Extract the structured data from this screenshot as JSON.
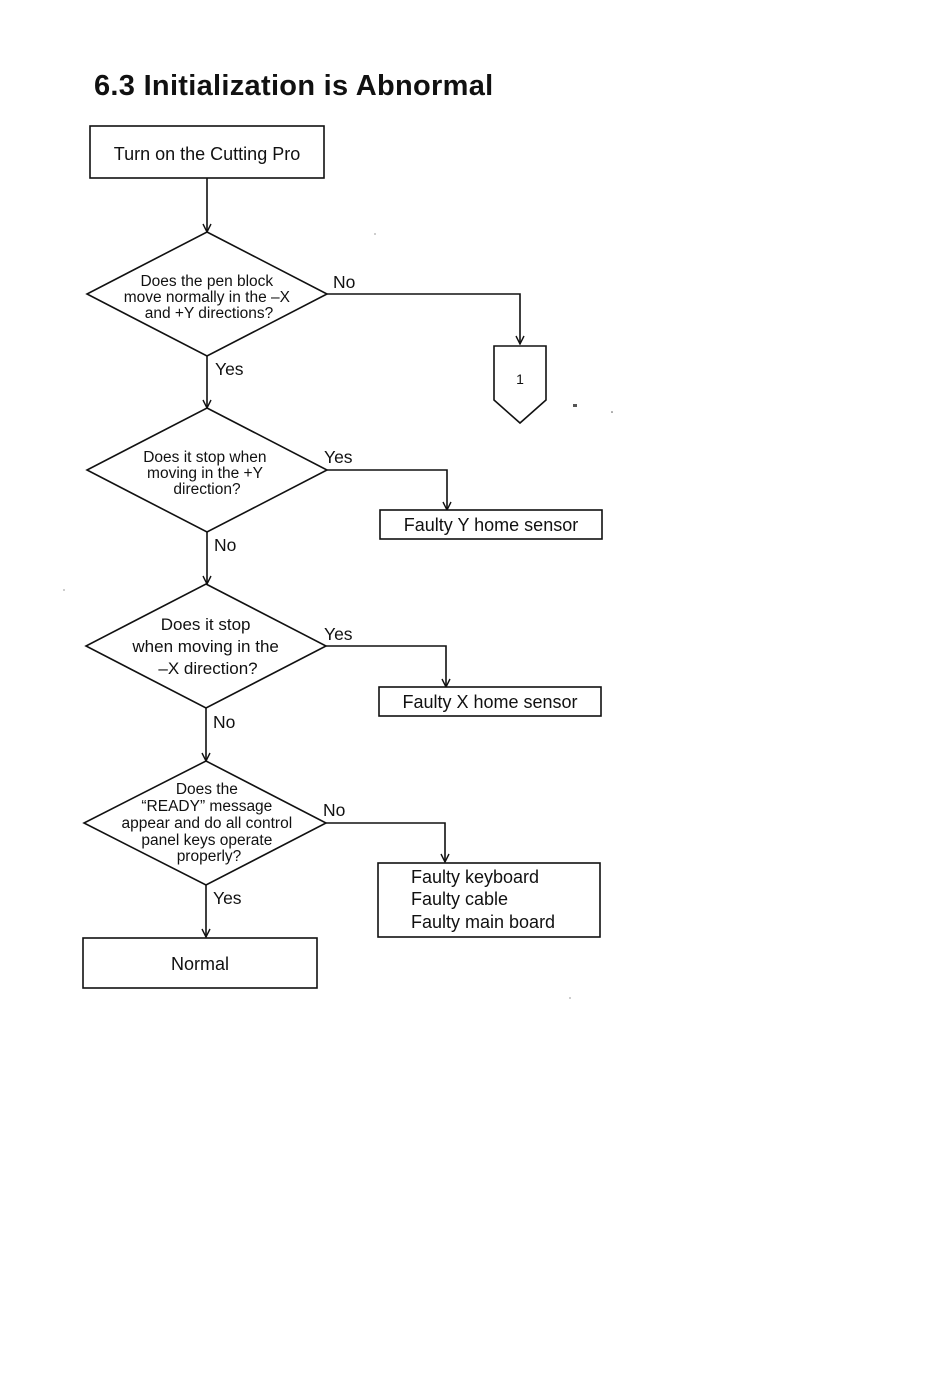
{
  "page": {
    "title": "6.3 Initialization is Abnormal"
  },
  "flowchart": {
    "start": {
      "text": "Turn on the Cutting Pro"
    },
    "decision_pen_block": {
      "lines": [
        "Does the pen block",
        "move normally in the –X",
        "and +Y directions?"
      ]
    },
    "decision_stop_y": {
      "lines": [
        "Does it stop when",
        "moving in the +Y",
        "direction?"
      ]
    },
    "decision_stop_x": {
      "lines": [
        "Does it stop",
        "when moving in the",
        "–X direction?"
      ]
    },
    "decision_ready": {
      "lines": [
        "Does the",
        "“READY” message",
        "appear and do all control",
        "panel keys operate",
        "properly?"
      ]
    },
    "result_y_sensor": {
      "text": "Faulty Y home sensor"
    },
    "result_x_sensor": {
      "text": "Faulty X home sensor"
    },
    "result_keyboard": {
      "lines": [
        "Faulty keyboard",
        "Faulty cable",
        "Faulty main board"
      ]
    },
    "result_normal": {
      "text": "Normal"
    },
    "off_page_connector": {
      "text": "1"
    },
    "edge_labels": {
      "pen_block_no": "No",
      "pen_block_yes": "Yes",
      "stop_y_yes": "Yes",
      "stop_y_no": "No",
      "stop_x_yes": "Yes",
      "stop_x_no": "No",
      "ready_no": "No",
      "ready_yes": "Yes"
    }
  }
}
